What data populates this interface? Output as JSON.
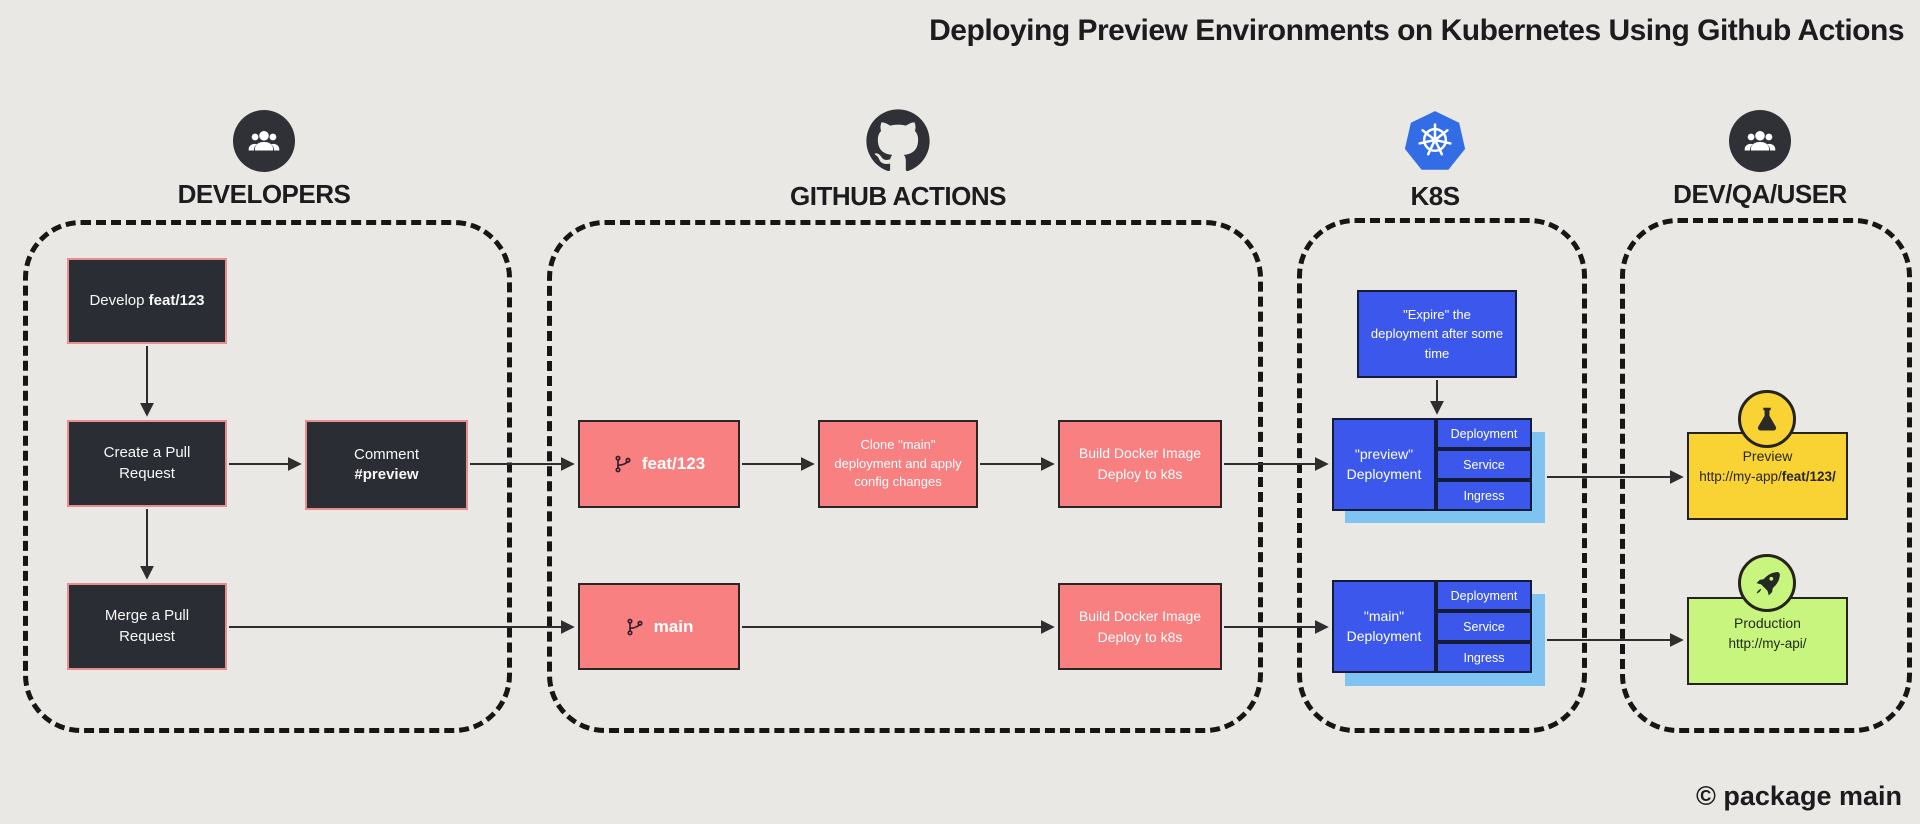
{
  "title": "Deploying Preview Environments on Kubernetes Using Github Actions",
  "footer": "© package main",
  "sections": {
    "developers": {
      "label": "DEVELOPERS",
      "icon": "users-icon"
    },
    "github_actions": {
      "label": "GITHUB ACTIONS",
      "icon": "github-icon"
    },
    "k8s": {
      "label": "K8S",
      "icon": "kubernetes-icon"
    },
    "dev_qa_user": {
      "label": "DEV/QA/USER",
      "icon": "users-icon"
    }
  },
  "developers": {
    "develop": {
      "prefix": "Develop ",
      "bold": "feat/123"
    },
    "create_pr": {
      "text": "Create a Pull Request"
    },
    "comment": {
      "line1": "Comment",
      "bold": "#preview"
    },
    "merge_pr": {
      "text": "Merge a Pull Request"
    }
  },
  "github_actions": {
    "feat_branch": {
      "icon": "git-branch-icon",
      "label": "feat/123"
    },
    "clone": {
      "text": "Clone \"main\" deployment and apply config changes"
    },
    "build_deploy_top": {
      "line1": "Build Docker Image",
      "line2": "Deploy to k8s"
    },
    "main_branch": {
      "icon": "git-branch-icon",
      "label": "main"
    },
    "build_deploy_bottom": {
      "line1": "Build Docker Image",
      "line2": "Deploy to k8s"
    }
  },
  "k8s": {
    "expire": {
      "text": "\"Expire\" the deployment after some time"
    },
    "preview_deployment": {
      "label": "\"preview\" Deployment",
      "resources": [
        "Deployment",
        "Service",
        "Ingress"
      ]
    },
    "main_deployment": {
      "label": "\"main\" Deployment",
      "resources": [
        "Deployment",
        "Service",
        "Ingress"
      ]
    }
  },
  "dev_qa_user": {
    "preview": {
      "icon": "flask-icon",
      "title": "Preview",
      "url_prefix": "http://my-app/",
      "url_bold": "feat/123/"
    },
    "production": {
      "icon": "rocket-icon",
      "title": "Production",
      "url": "http://my-api/"
    }
  },
  "colors": {
    "background": "#e9e8e5",
    "dark_box": "#2b2d34",
    "dark_box_border": "#ea8d8d",
    "pink_box": "#f88080",
    "blue_box": "#3c58ec",
    "blue_shadow": "#7ec3f2",
    "yellow_box": "#f9d334",
    "green_box": "#c8f57d",
    "kubernetes_blue": "#326de6",
    "arrow": "#2e2e2e"
  }
}
